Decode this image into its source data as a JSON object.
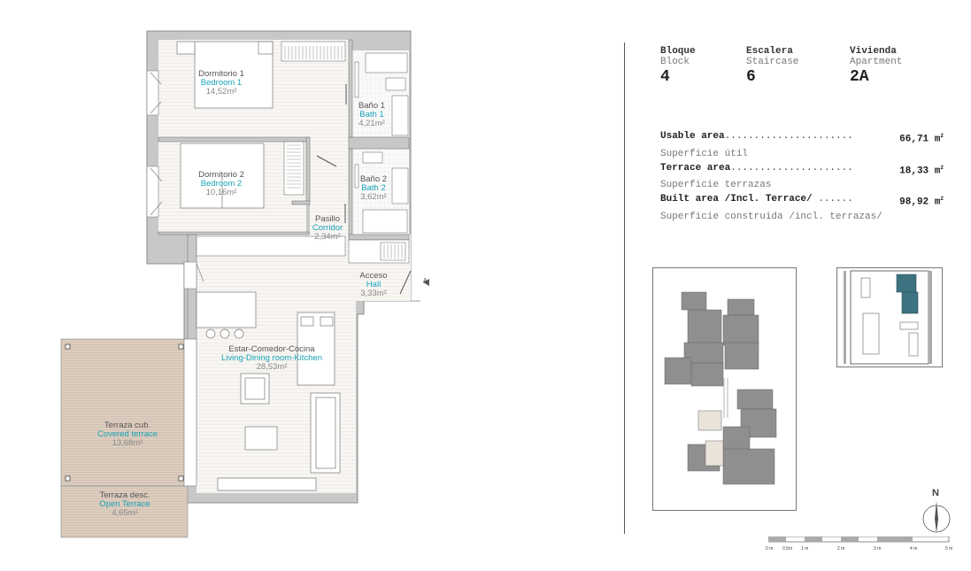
{
  "rooms": [
    {
      "id": "dormitorio1",
      "es": "Dormitorio 1",
      "en": "Bedroom 1",
      "area": "14,52m²"
    },
    {
      "id": "bano1",
      "es": "Baño 1",
      "en": "Bath 1",
      "area": "4,21m²"
    },
    {
      "id": "dormitorio2",
      "es": "Dormitorio 2",
      "en": "Bedroom 2",
      "area": "10,16m²"
    },
    {
      "id": "bano2",
      "es": "Baño 2",
      "en": "Bath 2",
      "area": "3,62m²"
    },
    {
      "id": "pasillo",
      "es": "Pasillo",
      "en": "Corridor",
      "area": "2,34m²"
    },
    {
      "id": "acceso",
      "es": "Acceso",
      "en": "Hall",
      "area": "3,33m²"
    },
    {
      "id": "estar",
      "es": "Estar-Comedor-Cocina",
      "en": "Living-Dining room-Kitchen",
      "area": "28,53m²"
    },
    {
      "id": "terraza_cub",
      "es": "Terraza cub.",
      "en": "Covered terrace",
      "area": "13,68m²"
    },
    {
      "id": "terraza_desc",
      "es": "Terraza desc.",
      "en": "Open Terrace",
      "area": "4,65m²"
    }
  ],
  "entry_marker": "A",
  "info": {
    "block": {
      "es": "Bloque",
      "en": "Block",
      "value": "4"
    },
    "staircase": {
      "es": "Escalera",
      "en": "Staircase",
      "value": "6"
    },
    "apartment": {
      "es": "Vivienda",
      "en": "Apartment",
      "value": "2A"
    }
  },
  "areas": {
    "usable": {
      "label": "Usable area",
      "dots": "......................",
      "value": "66,71",
      "sub": "Superficie útil"
    },
    "terrace": {
      "label": "Terrace area",
      "dots": ".....................",
      "value": "18,33",
      "sub": "Superficie terrazas"
    },
    "built": {
      "label": "Built area /Incl. Terrace/",
      "dots": " ......",
      "value": "98,92",
      "sub": "Superficie construida /incl. terrazas/"
    },
    "unit": "m",
    "unit_sup": "2"
  },
  "north": "N",
  "scale": [
    "0 m",
    "0,5m",
    "1 m",
    "2 m",
    "3 m",
    "4 m",
    "5 m"
  ],
  "colors": {
    "wall": "#c8c8c8",
    "floor": "#f7f5f2",
    "terrace": "#dccdbf",
    "highlight": "#3d7280",
    "accent": "#1aa3b8"
  }
}
